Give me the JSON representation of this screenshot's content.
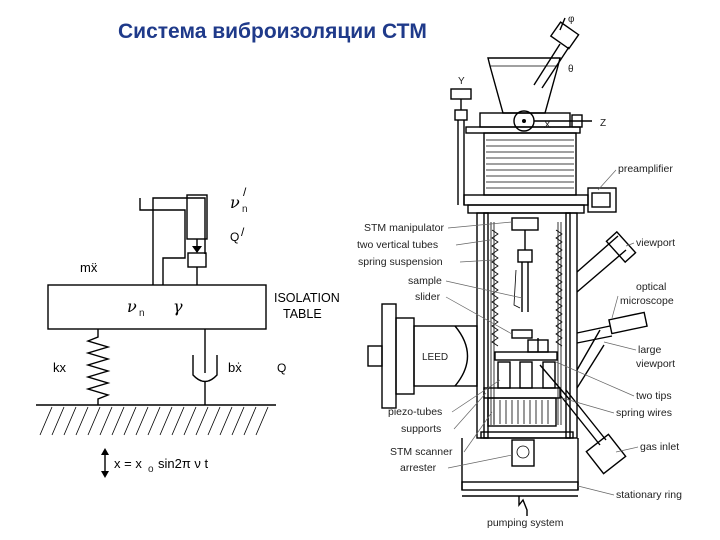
{
  "title": "Система виброизоляции СТМ",
  "model": {
    "nu_prime": "ν",
    "nu_prime_sub": "n",
    "nu_prime_mark": "/",
    "q_prime": "Q",
    "q_prime_mark": "/",
    "mass_term": "mẍ",
    "nu": "ν",
    "nu_sub": "n",
    "gamma": "γ",
    "isolation_line1": "ISOLATION",
    "isolation_line2": "TABLE",
    "spring_term": "kx",
    "damper_term": "bẋ",
    "q_label": "Q",
    "drive_equation_lhs": "x = x",
    "drive_sub": "o",
    "drive_equation_rhs": "sin2π ν t"
  },
  "stm": {
    "axis_phi": "φ",
    "axis_theta": "θ",
    "axis_y": "Y",
    "axis_x": "X",
    "axis_z": "Z",
    "leed": "LEED",
    "labels_left": [
      "STM manipulator",
      "two vertical tubes",
      "spring suspension",
      "sample",
      "slider",
      "piezo-tubes",
      "supports",
      "STM scanner",
      "arrester"
    ],
    "labels_right": [
      "preamplifier",
      "viewport",
      "optical",
      "microscope",
      "large",
      "viewport",
      "two tips",
      "spring wires",
      "gas inlet",
      "stationary ring"
    ],
    "bottom_label": "pumping system"
  }
}
